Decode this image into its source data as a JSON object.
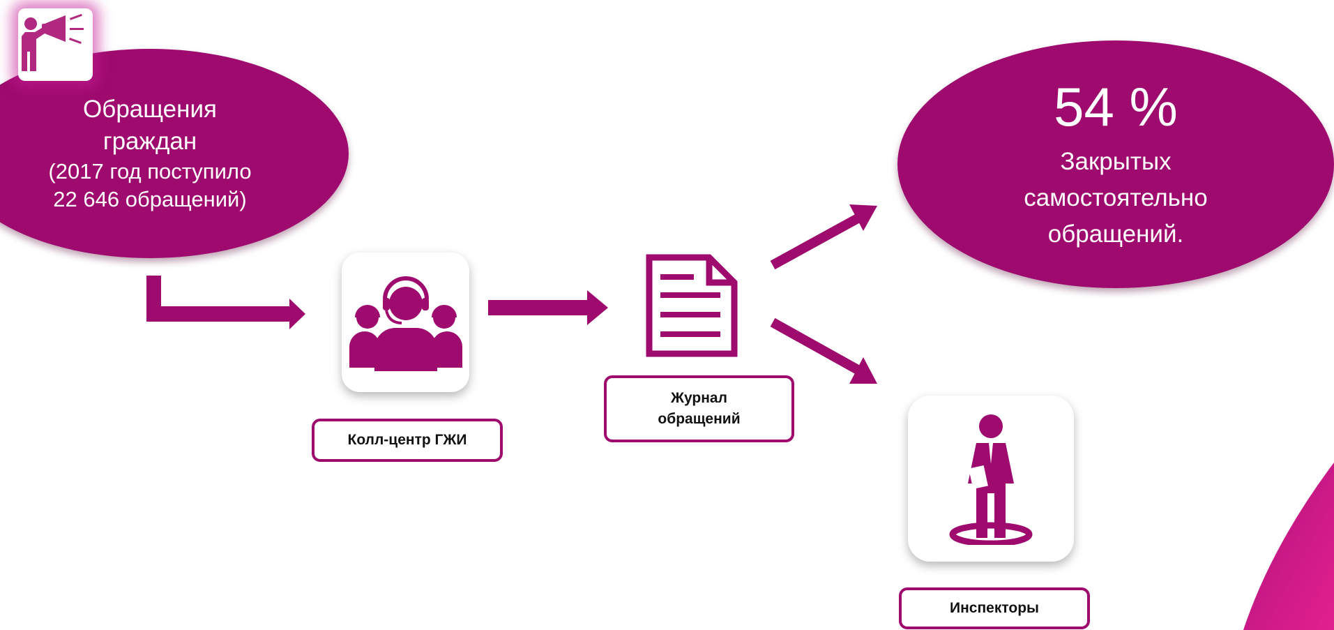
{
  "source": {
    "title_line1": "Обращения",
    "title_line2": "граждан",
    "detail_line1": "(2017 год поступило",
    "detail_line2": "22 646 обращений)"
  },
  "call_center": {
    "label": "Колл-центр ГЖИ"
  },
  "journal": {
    "label_line1": "Журнал",
    "label_line2": "обращений"
  },
  "result": {
    "percent": "54 %",
    "line1": "Закрытых",
    "line2": "самостоятельно",
    "line3": "обращений."
  },
  "inspectors": {
    "label": "Инспекторы"
  },
  "icons": [
    "megaphone-icon",
    "call-center-operators-icon",
    "document-icon",
    "inspector-icon"
  ],
  "colors": {
    "accent": "#9e0a6e",
    "glow": "#e2208f"
  }
}
